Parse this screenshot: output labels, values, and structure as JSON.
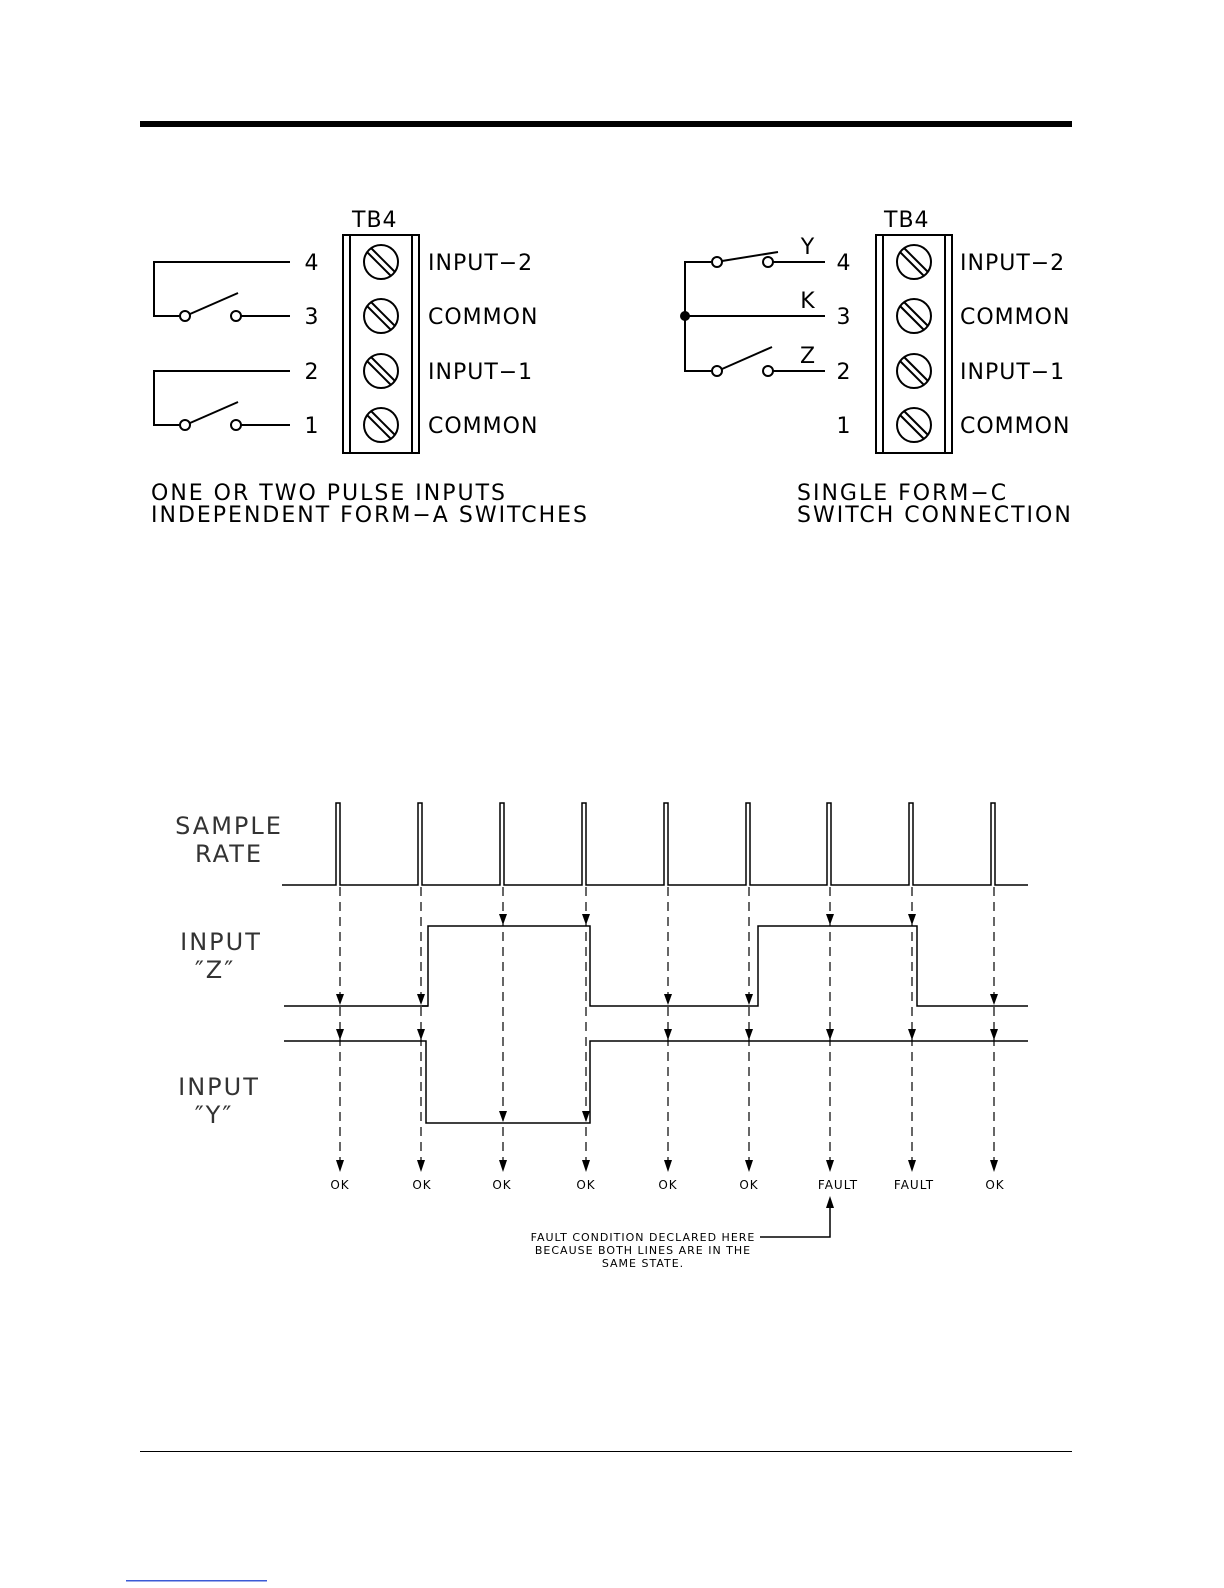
{
  "diagram_left": {
    "terminal_block": "TB4",
    "terminals": [
      {
        "num": "4",
        "label": "INPUT−2"
      },
      {
        "num": "3",
        "label": "COMMON"
      },
      {
        "num": "2",
        "label": "INPUT−1"
      },
      {
        "num": "1",
        "label": "COMMON"
      }
    ],
    "caption_line1": "ONE OR TWO PULSE INPUTS",
    "caption_line2": "INDEPENDENT FORM−A SWITCHES"
  },
  "diagram_right": {
    "terminal_block": "TB4",
    "terminals": [
      {
        "num": "4",
        "label": "INPUT−2",
        "wire": "Y"
      },
      {
        "num": "3",
        "label": "COMMON",
        "wire": "K"
      },
      {
        "num": "2",
        "label": "INPUT−1",
        "wire": "Z"
      },
      {
        "num": "1",
        "label": "COMMON",
        "wire": ""
      }
    ],
    "caption_line1": "SINGLE FORM−C",
    "caption_line2": "SWITCH CONNECTION"
  },
  "timing": {
    "rows": {
      "sample_line1": "SAMPLE",
      "sample_line2": "RATE",
      "z_line1": "INPUT",
      "z_line2": "″Z″",
      "y_line1": "INPUT",
      "y_line2": "″Y″"
    },
    "results": [
      "OK",
      "OK",
      "OK",
      "OK",
      "OK",
      "OK",
      "FAULT",
      "FAULT",
      "OK"
    ],
    "note_line1": "FAULT CONDITION DECLARED HERE",
    "note_line2": "BECAUSE BOTH LINES ARE IN THE",
    "note_line3": "SAME STATE."
  }
}
